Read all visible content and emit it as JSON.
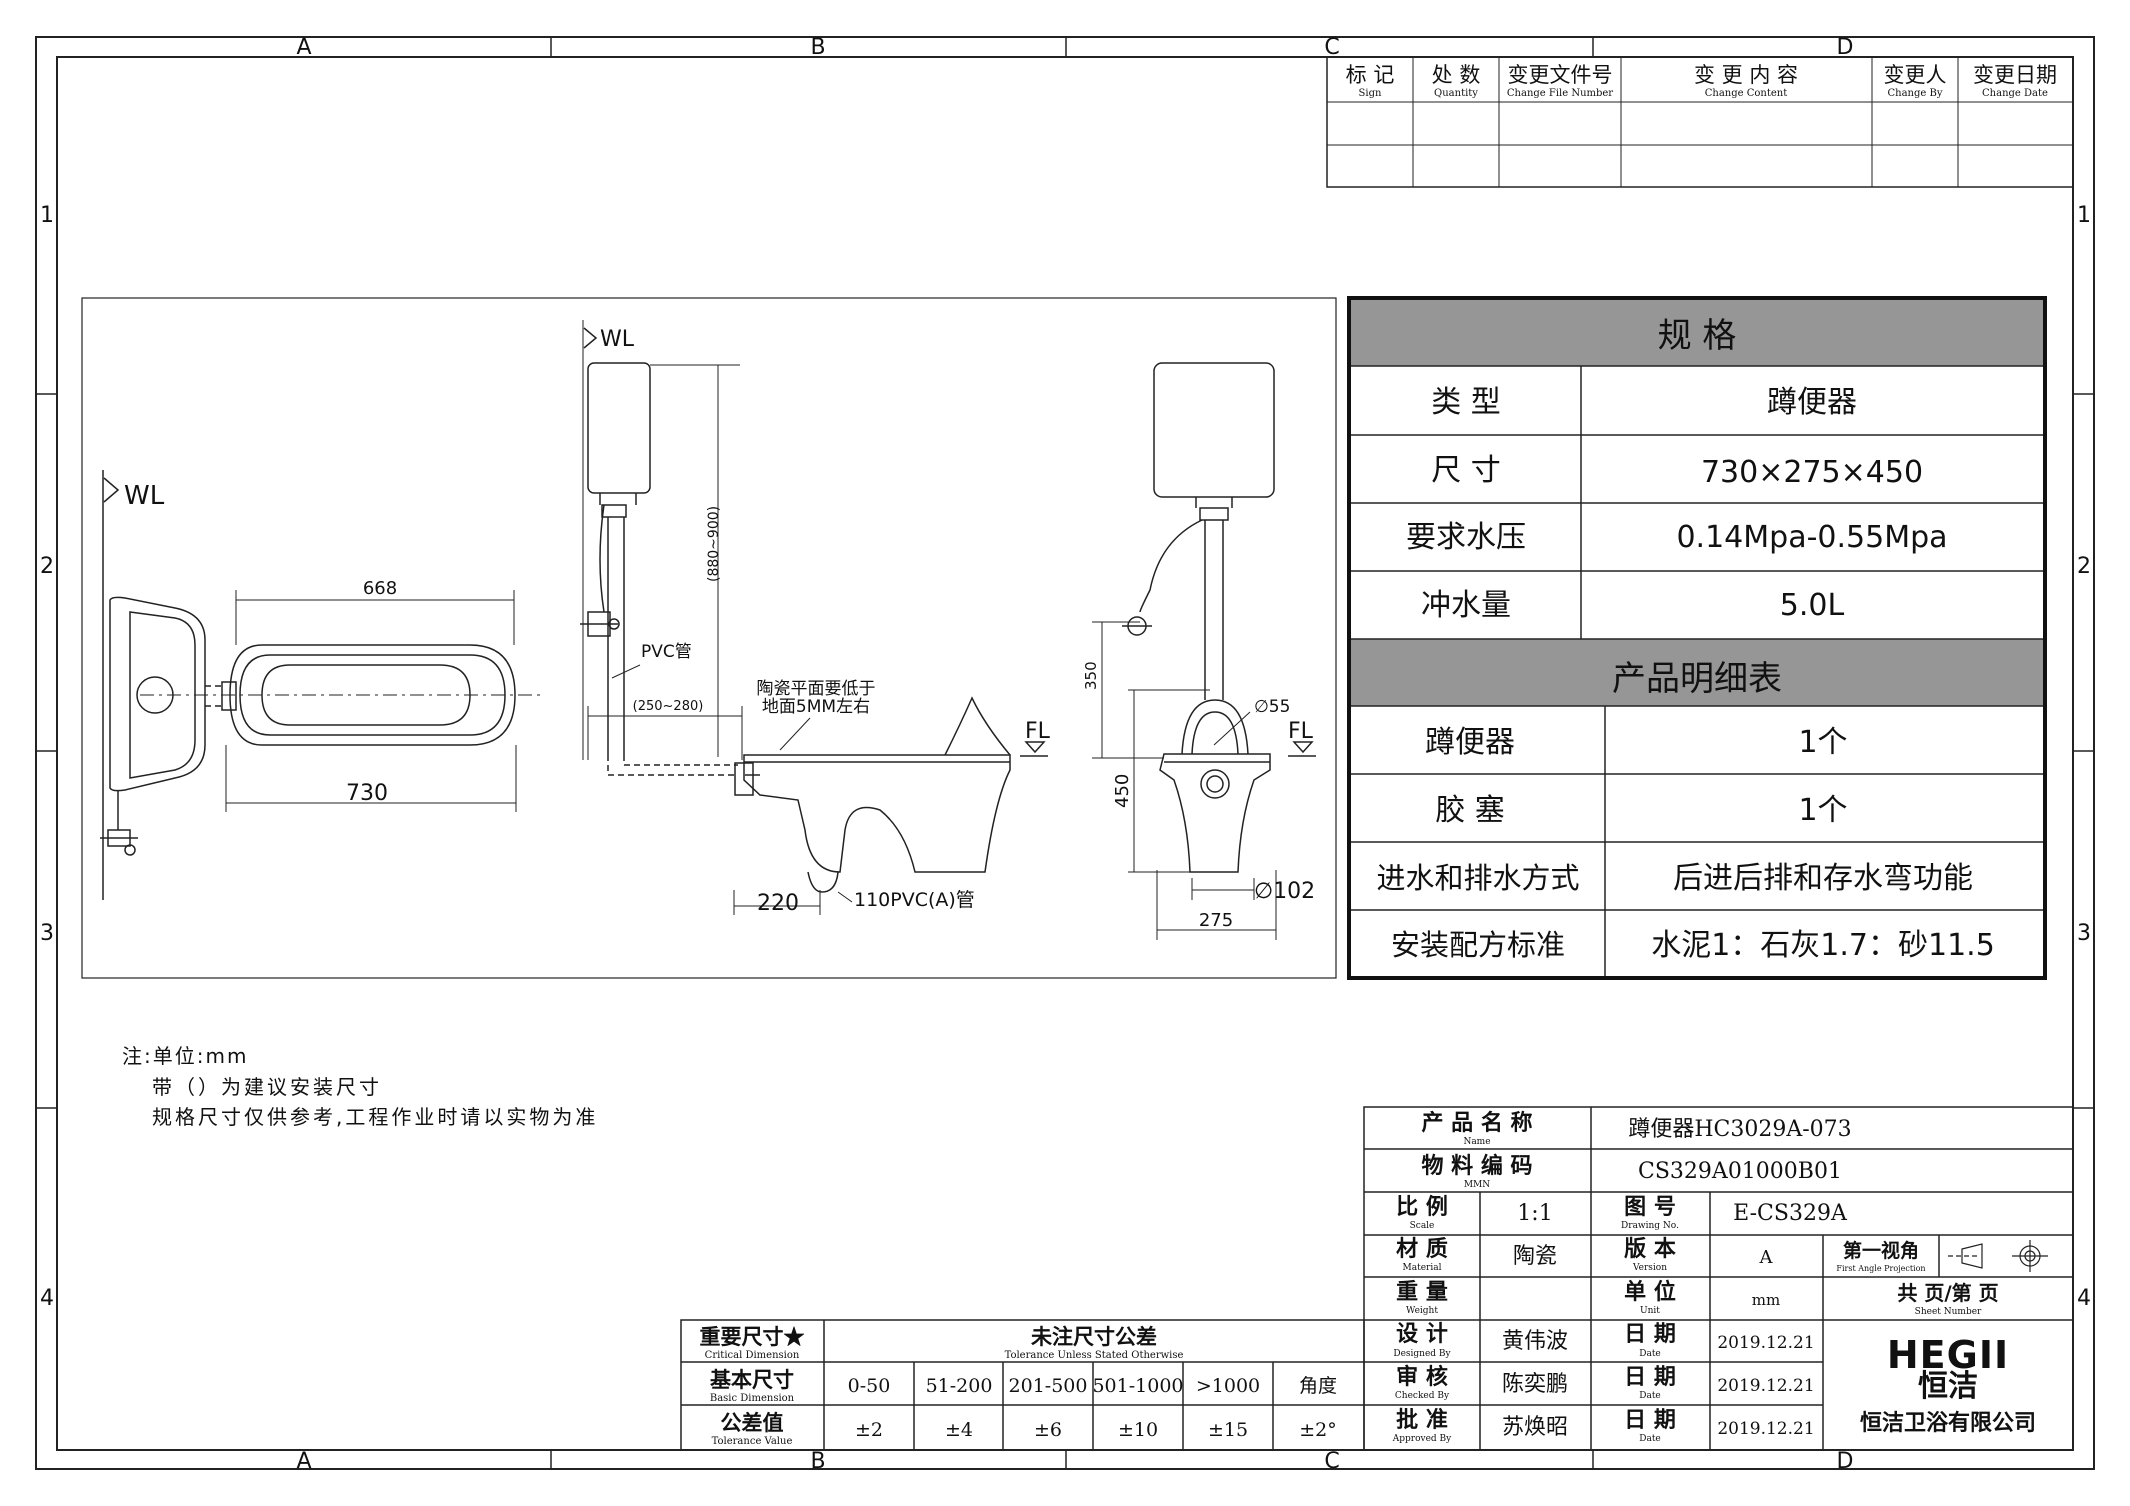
{
  "frame": {
    "col_labels": [
      "A",
      "B",
      "C",
      "D"
    ],
    "row_labels": [
      "1",
      "2",
      "3",
      "4"
    ]
  },
  "revision_table": {
    "headers": [
      {
        "cn": "标 记",
        "en": "Sign"
      },
      {
        "cn": "处 数",
        "en": "Quantity"
      },
      {
        "cn": "变更文件号",
        "en": "Change File Number"
      },
      {
        "cn": "变 更 内 容",
        "en": "Change Content"
      },
      {
        "cn": "变更人",
        "en": "Change By"
      },
      {
        "cn": "变更日期",
        "en": "Change Date"
      }
    ]
  },
  "spec_table": {
    "title": "规  格",
    "rows": [
      {
        "label": "类  型",
        "value": "蹲便器"
      },
      {
        "label": "尺  寸",
        "value": "730×275×450"
      },
      {
        "label": "要求水压",
        "value": "0.14Mpa-0.55Mpa"
      },
      {
        "label": "冲水量",
        "value": "5.0L"
      }
    ],
    "detail_title": "产品明细表",
    "detail_rows": [
      {
        "label": "蹲便器",
        "value": "1个"
      },
      {
        "label": "胶  塞",
        "value": "1个"
      },
      {
        "label": "进水和排水方式",
        "value": "后进后排和存水弯功能"
      },
      {
        "label": "安装配方标准",
        "value": "水泥1：石灰1.7：砂11.5"
      }
    ]
  },
  "drawing": {
    "wl": "WL",
    "fl": "FL",
    "dim_668": "668",
    "dim_730": "730",
    "dim_880_900": "(880~900)",
    "dim_250_280": "(250~280)",
    "pvc_pipe": "PVC管",
    "ceramic_note_1": "陶瓷平面要低于",
    "ceramic_note_2": "地面5MM左右",
    "dim_220": "220",
    "drain_pipe": "110PVC(A)管",
    "dim_350": "350",
    "dim_450": "450",
    "dim_d55": "∅55",
    "dim_d102": "∅102",
    "dim_275": "275"
  },
  "notes": [
    "注:单位:mm",
    "带（）为建议安装尺寸",
    "规格尺寸仅供参考,工程作业时请以实物为准"
  ],
  "title_block": {
    "product_name_label": "产 品 名 称",
    "product_name_en": "Name",
    "product_name": "蹲便器HC3029A-073",
    "material_code_label": "物 料 编 码",
    "material_code_en": "MMN",
    "material_code": "CS329A01000B01",
    "scale_label": "比 例",
    "scale_en": "Scale",
    "scale": "1:1",
    "drawing_no_label": "图 号",
    "drawing_no_en": "Drawing No.",
    "drawing_no": "E-CS329A",
    "material_label": "材 质",
    "material_en": "Material",
    "material": "陶瓷",
    "version_label": "版 本",
    "version_en": "Version",
    "version": "A",
    "projection_label": "第一视角",
    "projection_en": "First Angle Projection",
    "weight_label": "重 量",
    "weight_en": "Weight",
    "unit_label": "单 位",
    "unit_en": "Unit",
    "unit": "mm",
    "sheet_label": "共  页/第  页",
    "sheet_en": "Sheet Number",
    "design_label": "设 计",
    "design_en": "Designed By",
    "designer": "黄伟波",
    "check_label": "审 核",
    "check_en": "Checked By",
    "checker": "陈奕鹏",
    "approve_label": "批 准",
    "approve_en": "Approved By",
    "approver": "苏焕昭",
    "date_label": "日 期",
    "date_en": "Date",
    "date1": "2019.12.21",
    "date2": "2019.12.21",
    "date3": "2019.12.21",
    "brand": "HEGII",
    "brand_cn": "恒洁",
    "company": "恒洁卫浴有限公司"
  },
  "tolerance_table": {
    "critical_label": "重要尺寸★",
    "critical_en": "Critical Dimension",
    "title": "未注尺寸公差",
    "title_en": "Tolerance Unless Stated Otherwise",
    "basic_label": "基本尺寸",
    "basic_en": "Basic Dimension",
    "tol_label": "公差值",
    "tol_en": "Tolerance Value",
    "ranges": [
      "0-50",
      "51-200",
      "201-500",
      "501-1000",
      ">1000",
      "角度"
    ],
    "values": [
      "±2",
      "±4",
      "±6",
      "±10",
      "±15",
      "±2°"
    ]
  }
}
